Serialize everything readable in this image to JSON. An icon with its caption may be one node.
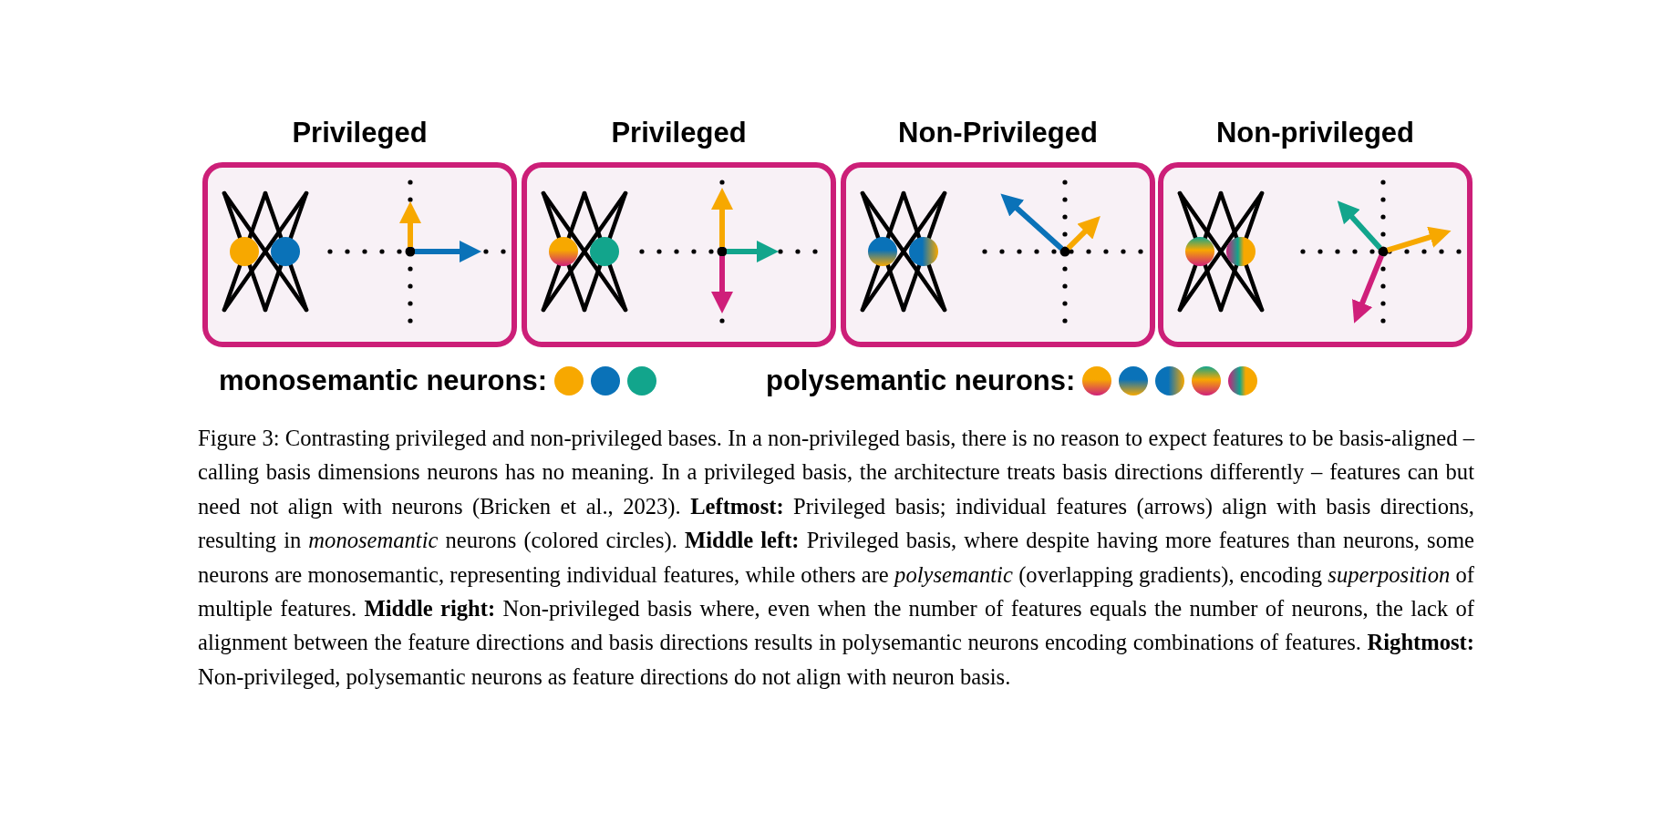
{
  "diagram": {
    "caption": "Figure 3: Contrasting privileged and non-privileged bases. In a non-privileged basis, there is no reason to expect features to be basis-aligned – calling basis dimensions neurons has no meaning. In a privileged basis, the architecture treats basis directions differently – features can but need not align with neurons (Bricken et al., 2023). **Leftmost:** Privileged basis; individual features (arrows) align with basis directions, resulting in *monosemantic* neurons (colored circles). **Middle left:** Privileged basis, where despite having more features than neurons, some neurons are monosemantic, representing individual features, while others are *polysemantic* (overlapping gradients), encoding *superposition* of multiple features. **Middle right:** Non-privileged basis where, even when the number of features equals the number of neurons, the lack of alignment between the feature directions and basis directions results in polysemantic neurons encoding combinations of features. **Rightmost:** Non-privileged, polysemantic neurons as feature directions do not align with neuron basis.",
    "nodes": [
      {
        "text": [
          "Privileged"
        ]
      },
      {
        "text": [
          "Privileged"
        ]
      },
      {
        "text": [
          "Non-Privileged"
        ]
      },
      {
        "text": [
          "Non-privileged"
        ]
      }
    ],
    "labels": [
      "monosemantic neurons:",
      "polysemantic neurons:"
    ]
  }
}
